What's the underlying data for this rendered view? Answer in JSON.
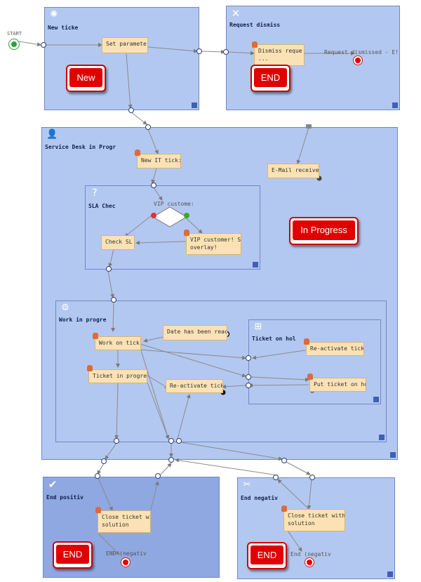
{
  "start": {
    "label": "START"
  },
  "states": {
    "new_ticket": {
      "title": "New ticke",
      "icon": "gear-shaped-icon"
    },
    "request_dismissed": {
      "title": "Request dismiss"
    },
    "service_desk": {
      "title": "Service Desk in Progr"
    },
    "sla_check": {
      "title": "SLA Chec"
    },
    "work_in_progress": {
      "title": "Work in progre"
    },
    "ticket_on_hold": {
      "title": "Ticket on hol"
    },
    "end_positive": {
      "title": "End positiv"
    },
    "end_negative": {
      "title": "End negativ"
    }
  },
  "tasks": {
    "set_parameters": "Set paramete:",
    "dismiss_request": "Dismiss reque",
    "dismiss_request_2": "...",
    "new_it_ticket": "New IT tick:",
    "email_received": "E-Mail receive",
    "check_sla": "Check SL",
    "vip_customer_line1": "VIP customer! S",
    "vip_customer_line2": "overlay!",
    "date_reached": "Date has been reac!",
    "work_on_ticket": "Work on tick:",
    "ticket_in_progress": "Ticket in progre",
    "reactivate_ticket_inner": "Re-activate tick",
    "reactivate_ticket_outer": "Re-activate tick",
    "put_on_hold": "Put ticket on ho",
    "close_positive_line1": "Close ticket wi",
    "close_positive_line2": "solution",
    "close_negative_line1": "Close ticket with:",
    "close_negative_line2": "solution"
  },
  "labels": {
    "vip_question": "VIP custome:",
    "request_dismissed_end": "Request dismissed - E!",
    "end_positive": "END (negativ",
    "end_negative": "End (negativ"
  },
  "callouts": {
    "new": "New",
    "end_dismissed": "END",
    "in_progress": "In Progress",
    "end_positive": "END",
    "end_negative": "END"
  },
  "colors": {
    "state_fill": "#b3c8f0",
    "state_fill_active": "#8fa8e2",
    "task_fill": "#fbe2b4",
    "callout_red": "#e10000",
    "start_green": "#2e9e3b"
  }
}
